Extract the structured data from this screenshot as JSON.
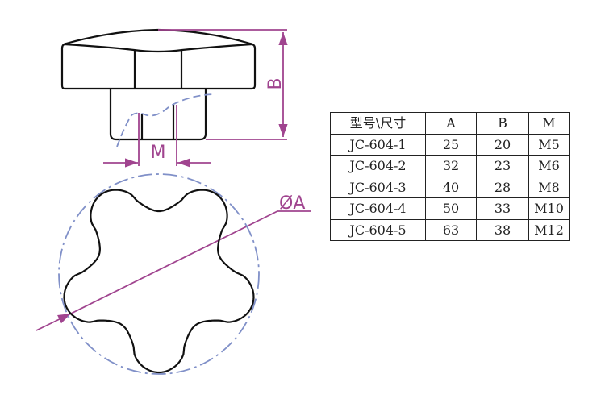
{
  "drawing": {
    "labels": {
      "height": "B",
      "diameter": "ØA",
      "thread": "M"
    },
    "colors": {
      "outline": "#111111",
      "dimension": "#a0448f",
      "centerline": "#8090c8"
    }
  },
  "table": {
    "headers": [
      "型号\\尺寸",
      "A",
      "B",
      "M"
    ],
    "rows": [
      [
        "JC-604-1",
        "25",
        "20",
        "M5"
      ],
      [
        "JC-604-2",
        "32",
        "23",
        "M6"
      ],
      [
        "JC-604-3",
        "40",
        "28",
        "M8"
      ],
      [
        "JC-604-4",
        "50",
        "33",
        "M10"
      ],
      [
        "JC-604-5",
        "63",
        "38",
        "M12"
      ]
    ]
  }
}
